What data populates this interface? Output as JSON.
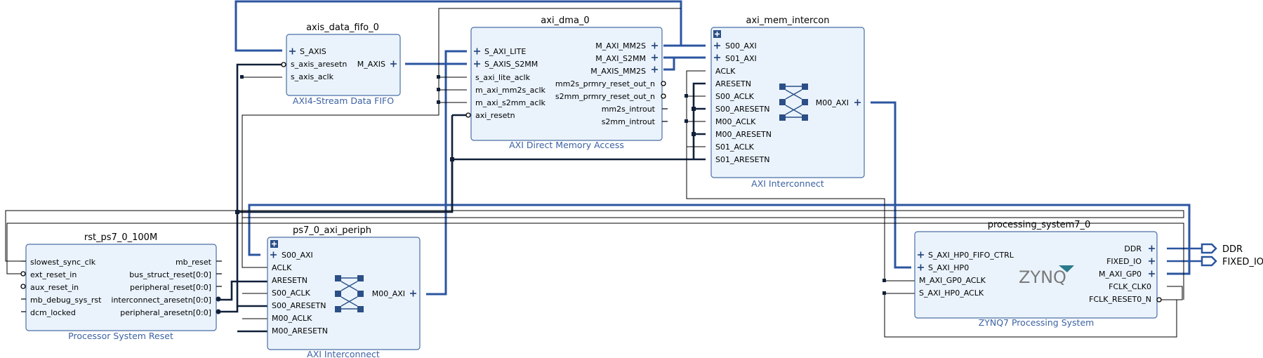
{
  "blocks": {
    "axis_data_fifo": {
      "name": "axis_data_fifo_0",
      "subtitle": "AXI4-Stream Data FIFO",
      "left_ports": [
        "S_AXIS",
        "s_axis_aresetn",
        "s_axis_aclk"
      ],
      "right_ports": [
        "M_AXIS"
      ]
    },
    "axi_dma": {
      "name": "axi_dma_0",
      "subtitle": "AXI Direct Memory Access",
      "left_ports": [
        "S_AXI_LITE",
        "S_AXIS_S2MM",
        "s_axi_lite_aclk",
        "m_axi_mm2s_aclk",
        "m_axi_s2mm_aclk",
        "axi_resetn"
      ],
      "right_ports": [
        "M_AXI_MM2S",
        "M_AXI_S2MM",
        "M_AXIS_MM2S",
        "mm2s_prmry_reset_out_n",
        "s2mm_prmry_reset_out_n",
        "mm2s_introut",
        "s2mm_introut"
      ]
    },
    "axi_mem_intercon": {
      "name": "axi_mem_intercon",
      "subtitle": "AXI Interconnect",
      "left_ports": [
        "S00_AXI",
        "S01_AXI",
        "ACLK",
        "ARESETN",
        "S00_ACLK",
        "S00_ARESETN",
        "M00_ACLK",
        "M00_ARESETN",
        "S01_ACLK",
        "S01_ARESETN"
      ],
      "right_ports": [
        "M00_AXI"
      ]
    },
    "rst_ps7": {
      "name": "rst_ps7_0_100M",
      "subtitle": "Processor System Reset",
      "left_ports": [
        "slowest_sync_clk",
        "ext_reset_in",
        "aux_reset_in",
        "mb_debug_sys_rst",
        "dcm_locked"
      ],
      "right_ports": [
        "mb_reset",
        "bus_struct_reset[0:0]",
        "peripheral_reset[0:0]",
        "interconnect_aresetn[0:0]",
        "peripheral_aresetn[0:0]"
      ]
    },
    "ps7_axi_periph": {
      "name": "ps7_0_axi_periph",
      "subtitle": "AXI Interconnect",
      "left_ports": [
        "S00_AXI",
        "ACLK",
        "ARESETN",
        "S00_ACLK",
        "S00_ARESETN",
        "M00_ACLK",
        "M00_ARESETN"
      ],
      "right_ports": [
        "M00_AXI"
      ]
    },
    "processing_system": {
      "name": "processing_system7_0",
      "subtitle": "ZYNQ7 Processing System",
      "logo": "ZYNQ",
      "left_ports": [
        "S_AXI_HP0_FIFO_CTRL",
        "S_AXI_HP0",
        "M_AXI_GP0_ACLK",
        "S_AXI_HP0_ACLK"
      ],
      "right_ports": [
        "DDR",
        "FIXED_IO",
        "M_AXI_GP0",
        "FCLK_CLK0",
        "FCLK_RESET0_N"
      ]
    }
  },
  "external_ports": [
    "DDR",
    "FIXED_IO"
  ],
  "colors": {
    "block_fill": "#eaf3fc",
    "block_border": "#4a6fa5",
    "bus": "#2b55a0",
    "subtitle": "#3c62a3"
  }
}
